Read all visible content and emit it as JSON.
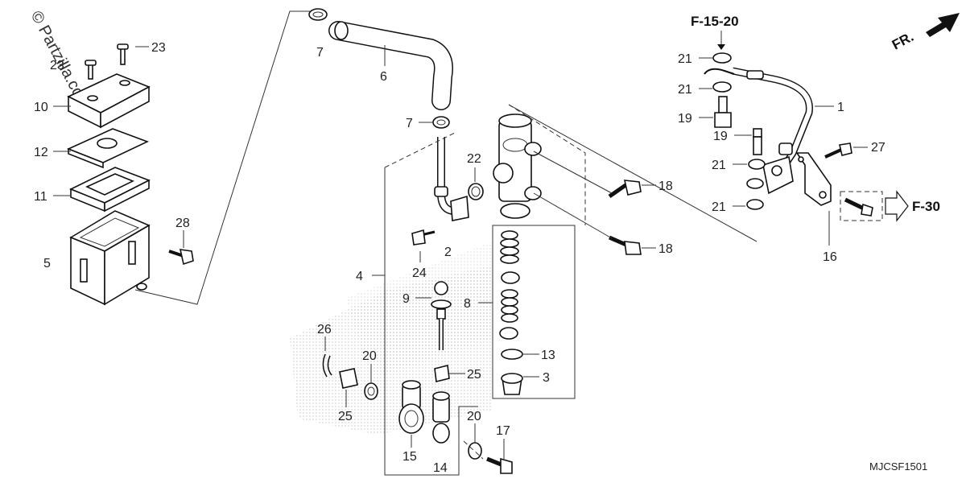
{
  "watermark": "© Partzilla.com",
  "diagram_code": "MJCSF1501",
  "front_indicator": "FR.",
  "references": [
    {
      "label": "F-15-20"
    },
    {
      "label": "F-30"
    }
  ],
  "callouts": [
    "1",
    "2",
    "3",
    "4",
    "5",
    "6",
    "7",
    "7",
    "8",
    "9",
    "10",
    "11",
    "12",
    "13",
    "14",
    "15",
    "16",
    "17",
    "18",
    "18",
    "19",
    "19",
    "20",
    "20",
    "21",
    "21",
    "21",
    "21",
    "22",
    "23",
    "23",
    "24",
    "25",
    "25",
    "26",
    "27",
    "28"
  ]
}
